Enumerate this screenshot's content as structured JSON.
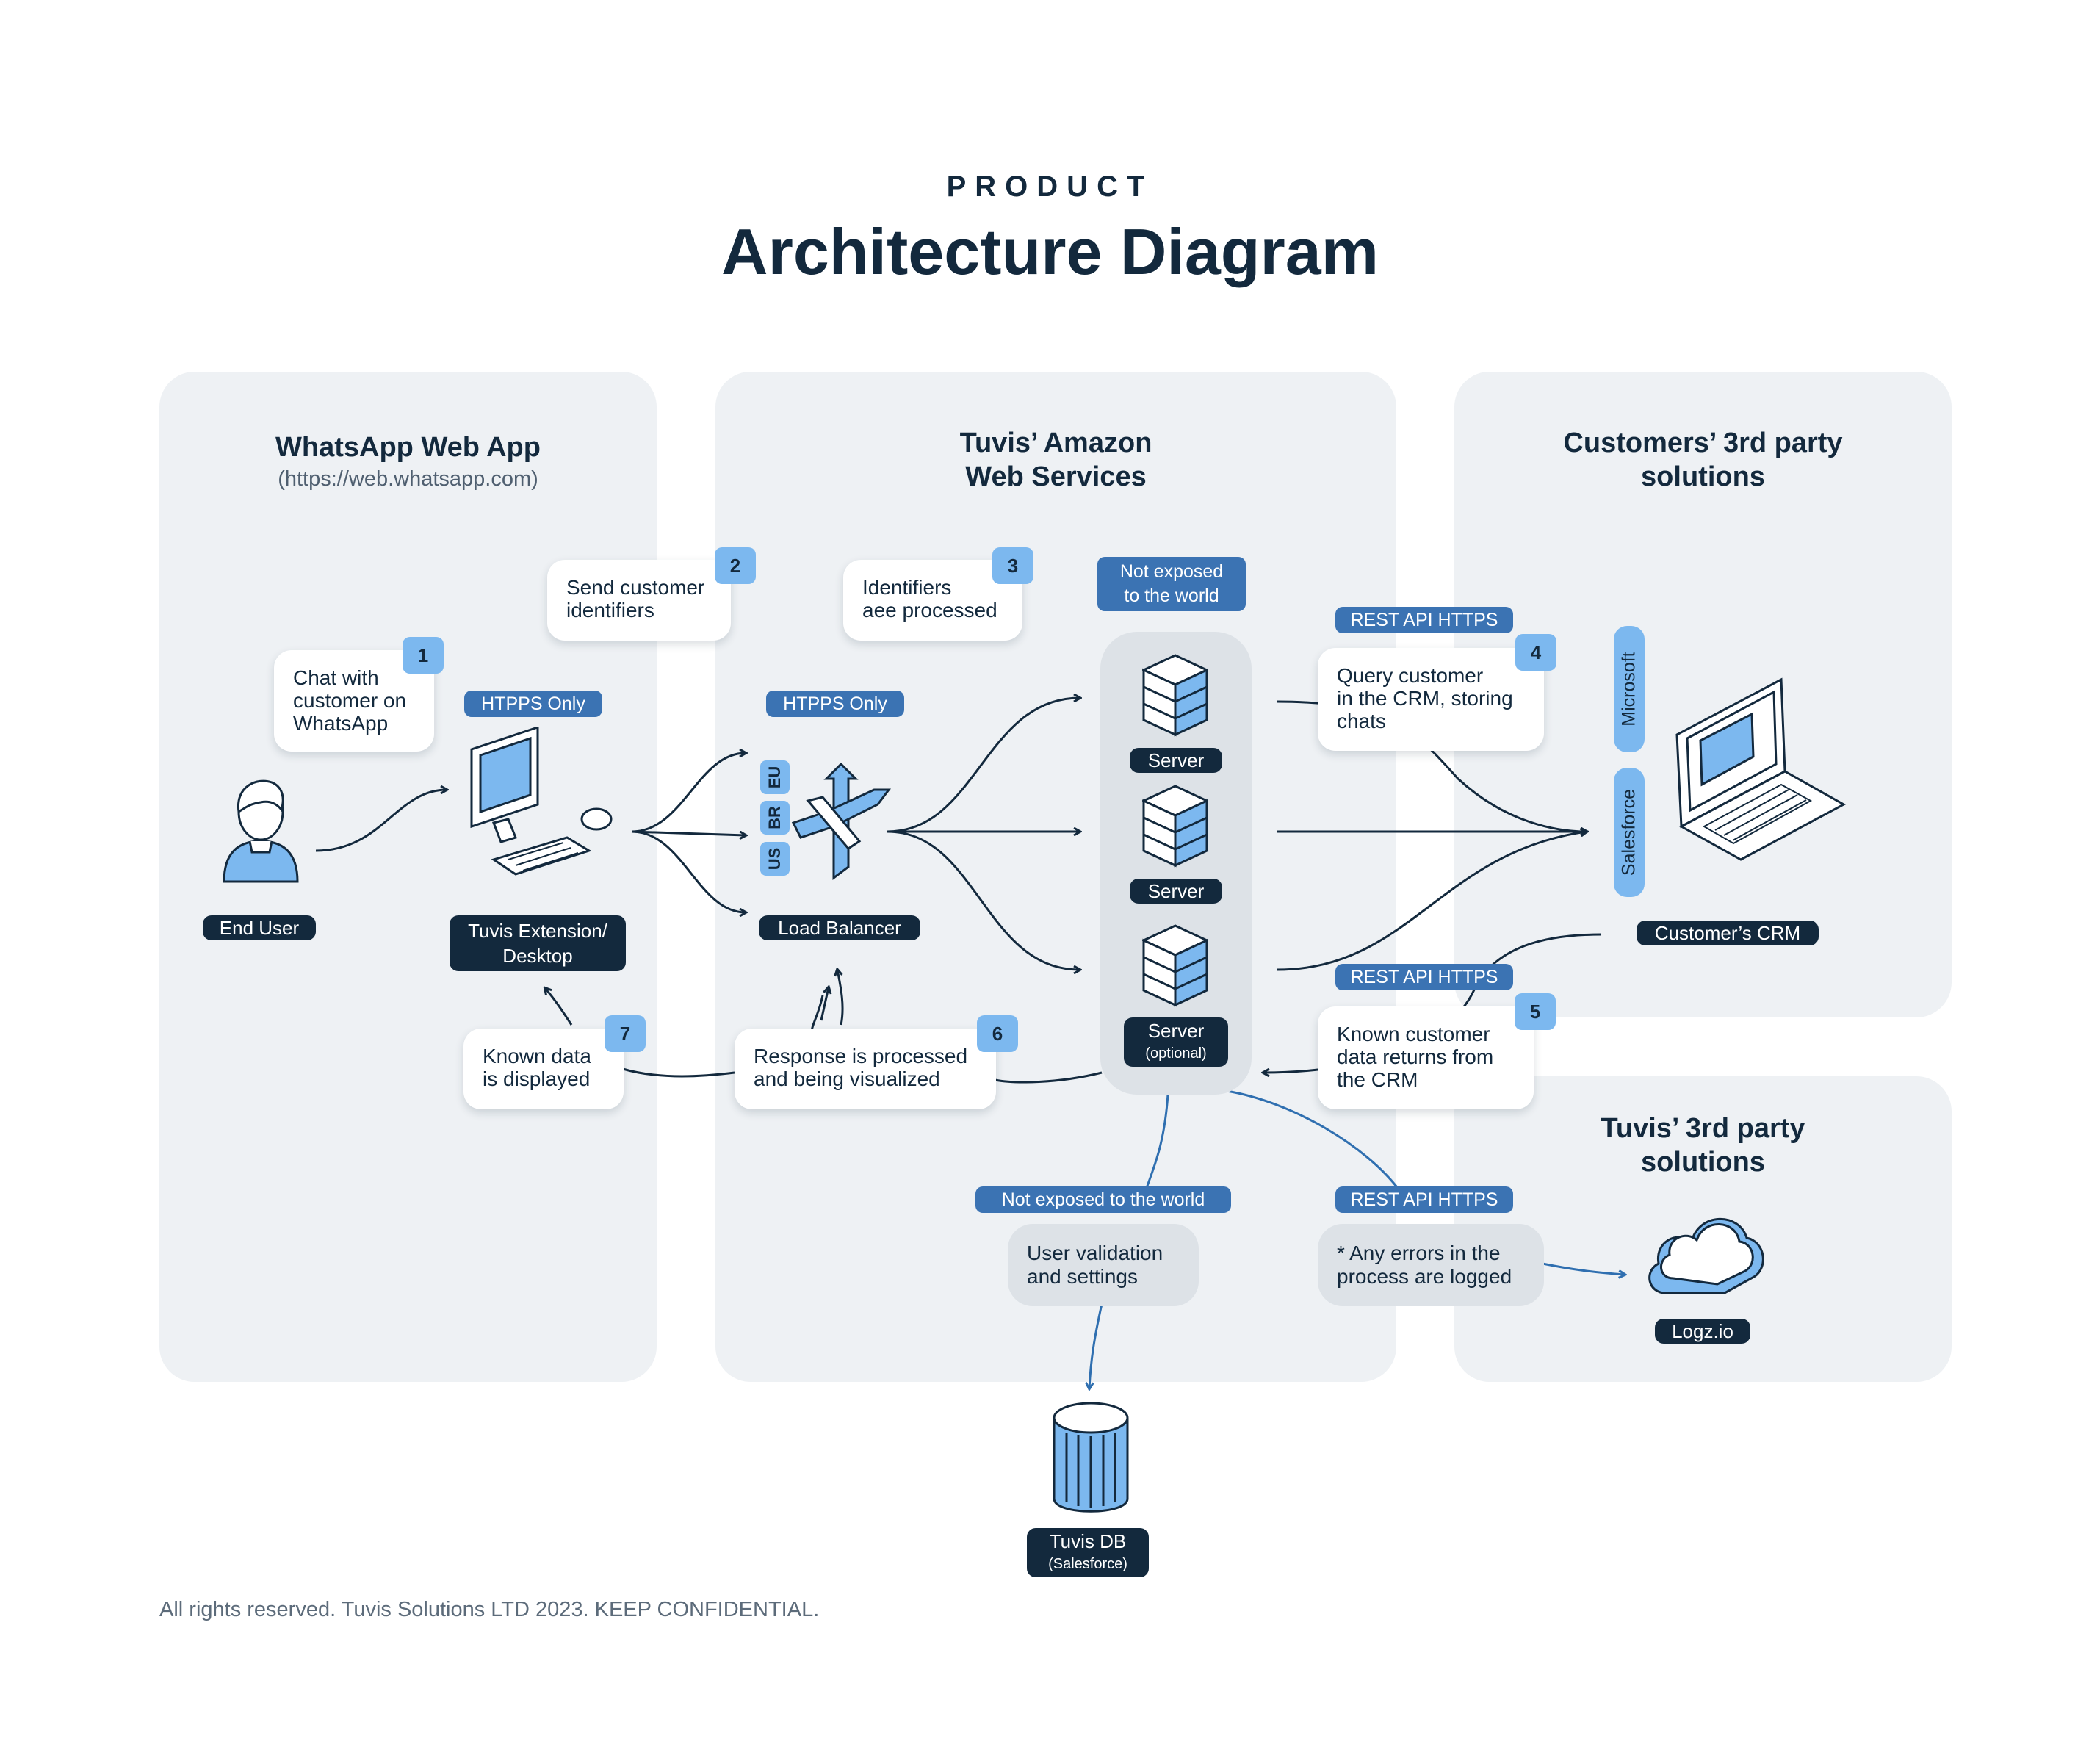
{
  "header": {
    "eyebrow": "PRODUCT",
    "title": "Architecture Diagram"
  },
  "panels": {
    "whatsapp": {
      "title": "WhatsApp Web App",
      "subtitle": "(https://web.whatsapp.com)"
    },
    "aws": {
      "title_line1": "Tuvis’ Amazon",
      "title_line2": "Web Services"
    },
    "customers": {
      "title_line1": "Customers’ 3rd party",
      "title_line2": "solutions"
    },
    "tuvis3rd": {
      "title_line1": "Tuvis’ 3rd party",
      "title_line2": "solutions"
    }
  },
  "steps": [
    {
      "num": "1",
      "lines": [
        "Chat with",
        "customer on",
        "WhatsApp"
      ]
    },
    {
      "num": "2",
      "lines": [
        "Send customer",
        "identifiers"
      ]
    },
    {
      "num": "3",
      "lines": [
        "Identifiers",
        "aee processed"
      ]
    },
    {
      "num": "4",
      "lines": [
        "Query customer",
        "in the CRM, storing",
        "chats"
      ]
    },
    {
      "num": "5",
      "lines": [
        "Known customer",
        "data returns from",
        "the CRM"
      ]
    },
    {
      "num": "6",
      "lines": [
        "Response is processed",
        "and being visualized"
      ]
    },
    {
      "num": "7",
      "lines": [
        "Known data",
        "is displayed"
      ]
    }
  ],
  "tags": {
    "htpps_1": "HTPPS Only",
    "htpps_2": "HTPPS Only",
    "not_exposed_line1": "Not exposed",
    "not_exposed_line2": "to the world",
    "not_exposed_db": "Not exposed to the world",
    "rest_1": "REST API HTTPS",
    "rest_2": "REST API HTTPS",
    "rest_3": "REST API HTTPS"
  },
  "nodes": {
    "end_user": "End User",
    "extension_line1": "Tuvis Extension/",
    "extension_line2": "Desktop",
    "load_balancer": "Load Balancer",
    "server_1": "Server",
    "server_2": "Server",
    "server_3": "Server",
    "server_3_note": "(optional)",
    "customers_crm": "Customer’s CRM",
    "logz": "Logz.io",
    "db_line1": "Tuvis DB",
    "db_line2": "(Salesforce)"
  },
  "regions": [
    "EU",
    "BR",
    "US"
  ],
  "crm_vendors": [
    "Microsoft",
    "Salesforce"
  ],
  "grey_cards": {
    "validation_line1": "User validation",
    "validation_line2": "and settings",
    "errors_line1": "* Any errors in the",
    "errors_line2": "process are logged"
  },
  "footer": "All rights reserved. Tuvis Solutions LTD 2023. KEEP CONFIDENTIAL.",
  "colors": {
    "navy": "#13293d",
    "accent_blue": "#7cb8ef",
    "tag_blue": "#3b73b3",
    "panel_bg": "#eef1f4",
    "link_blue": "#2f6fb0"
  }
}
